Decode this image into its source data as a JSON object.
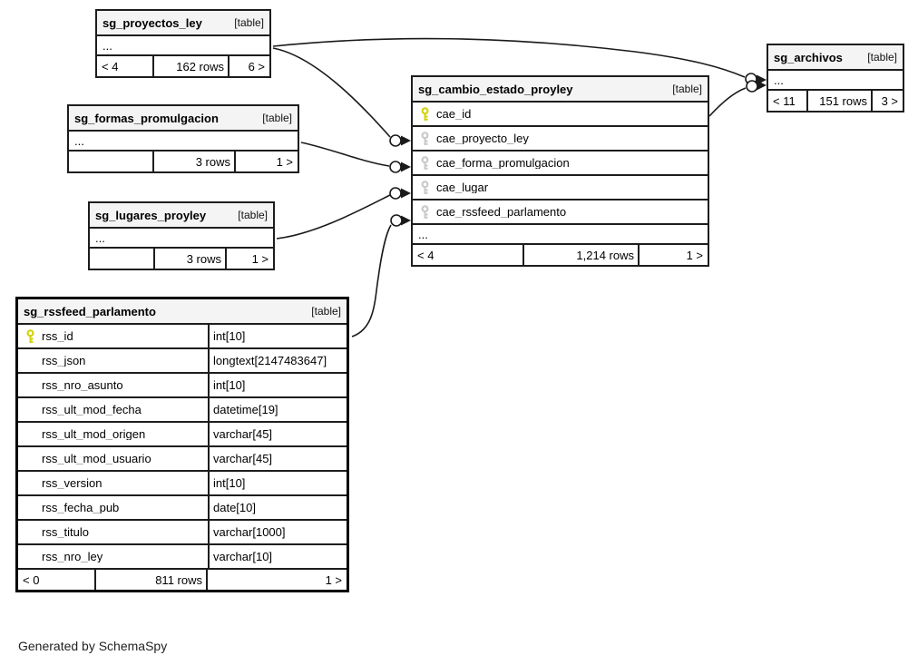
{
  "caption": "Generated by SchemaSpy",
  "colors": {
    "border": "#1d1d1d",
    "header_bg": "#f4f4f4",
    "edge": "#1a1a1a",
    "pk_key": "#d2d20a",
    "fk_key": "#c9c9c9"
  },
  "tables": [
    {
      "id": "sg_proyectos_ley",
      "name": "sg_proyectos_ley",
      "type_label": "[table]",
      "ellipsis": "...",
      "footer": {
        "left": "< 4",
        "center": "162 rows",
        "right": "6 >"
      }
    },
    {
      "id": "sg_formas_promulgacion",
      "name": "sg_formas_promulgacion",
      "type_label": "[table]",
      "ellipsis": "...",
      "footer": {
        "left": "",
        "center": "3 rows",
        "right": "1 >"
      }
    },
    {
      "id": "sg_lugares_proyley",
      "name": "sg_lugares_proyley",
      "type_label": "[table]",
      "ellipsis": "...",
      "footer": {
        "left": "",
        "center": "3 rows",
        "right": "1 >"
      }
    },
    {
      "id": "sg_cambio_estado_proyley",
      "name": "sg_cambio_estado_proyley",
      "type_label": "[table]",
      "columns": [
        {
          "name": "cae_id",
          "key": "pk"
        },
        {
          "name": "cae_proyecto_ley",
          "key": "fk"
        },
        {
          "name": "cae_forma_promulgacion",
          "key": "fk"
        },
        {
          "name": "cae_lugar",
          "key": "fk"
        },
        {
          "name": "cae_rssfeed_parlamento",
          "key": "fk"
        }
      ],
      "ellipsis": "...",
      "footer": {
        "left": "< 4",
        "center": "1,214 rows",
        "right": "1 >"
      }
    },
    {
      "id": "sg_archivos",
      "name": "sg_archivos",
      "type_label": "[table]",
      "ellipsis": "...",
      "footer": {
        "left": "< 11",
        "center": "151 rows",
        "right": "3 >"
      }
    },
    {
      "id": "sg_rssfeed_parlamento",
      "name": "sg_rssfeed_parlamento",
      "type_label": "[table]",
      "emphasized": true,
      "columns": [
        {
          "name": "rss_id",
          "key": "pk",
          "type": "int[10]"
        },
        {
          "name": "rss_json",
          "type": "longtext[2147483647]"
        },
        {
          "name": "rss_nro_asunto",
          "type": "int[10]"
        },
        {
          "name": "rss_ult_mod_fecha",
          "type": "datetime[19]"
        },
        {
          "name": "rss_ult_mod_origen",
          "type": "varchar[45]"
        },
        {
          "name": "rss_ult_mod_usuario",
          "type": "varchar[45]"
        },
        {
          "name": "rss_version",
          "type": "int[10]"
        },
        {
          "name": "rss_fecha_pub",
          "type": "date[10]"
        },
        {
          "name": "rss_titulo",
          "type": "varchar[1000]"
        },
        {
          "name": "rss_nro_ley",
          "type": "varchar[10]"
        }
      ],
      "footer": {
        "left": "< 0",
        "center": "811 rows",
        "right": "1 >"
      }
    }
  ],
  "edges": [
    {
      "from": "sg_proyectos_ley",
      "to": "sg_archivos"
    },
    {
      "from": "sg_proyectos_ley",
      "to": "sg_cambio_estado_proyley.cae_proyecto_ley"
    },
    {
      "from": "sg_formas_promulgacion",
      "to": "sg_cambio_estado_proyley.cae_forma_promulgacion"
    },
    {
      "from": "sg_lugares_proyley",
      "to": "sg_cambio_estado_proyley.cae_lugar"
    },
    {
      "from": "sg_rssfeed_parlamento",
      "to": "sg_cambio_estado_proyley.cae_rssfeed_parlamento"
    },
    {
      "from": "sg_cambio_estado_proyley",
      "to": "sg_archivos"
    }
  ]
}
